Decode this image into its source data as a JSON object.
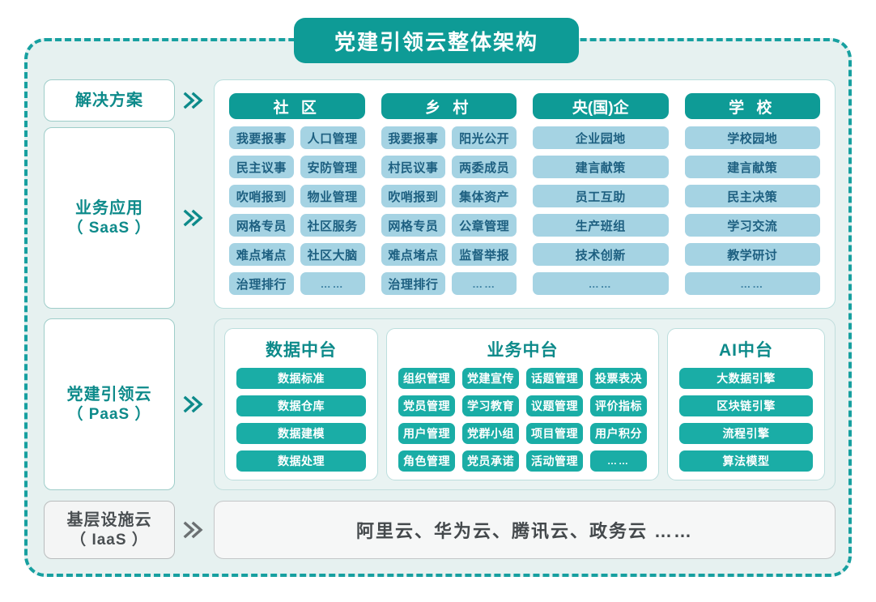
{
  "title": "党建引领云整体架构",
  "colors": {
    "teal_dark": "#0e9b96",
    "teal_text": "#0d8a8a",
    "teal_chip": "#1aada6",
    "blue_chip": "#a5d3e3",
    "blue_chip_text": "#1d5f80",
    "mint_bg": "#e6f1f0",
    "dashed_border": "#17a0a0",
    "gray_text": "#44494c",
    "gray_box": "#f4f5f5"
  },
  "rows": [
    {
      "key": "solution",
      "left_label_line1": "解决方案",
      "left_label_line2": "",
      "arrow": "double-chevron-right"
    },
    {
      "key": "saas",
      "left_label_line1": "业务应用",
      "left_label_line2": "（ SaaS ）",
      "arrow": "double-chevron-right"
    },
    {
      "key": "paas",
      "left_label_line1": "党建引领云",
      "left_label_line2": "（ PaaS ）",
      "arrow": "double-chevron-right"
    },
    {
      "key": "iaas",
      "left_label_line1": "基层设施云",
      "left_label_line2": "（ IaaS ）",
      "arrow": "double-chevron-right"
    }
  ],
  "saas": {
    "columns": [
      {
        "header": "社 区",
        "subcolumns": [
          [
            "我要报事",
            "民主议事",
            "吹哨报到",
            "网格专员",
            "难点堵点",
            "治理排行"
          ],
          [
            "人口管理",
            "安防管理",
            "物业管理",
            "社区服务",
            "社区大脑",
            "……"
          ]
        ]
      },
      {
        "header": "乡 村",
        "subcolumns": [
          [
            "我要报事",
            "村民议事",
            "吹哨报到",
            "网格专员",
            "难点堵点",
            "治理排行"
          ],
          [
            "阳光公开",
            "两委成员",
            "集体资产",
            "公章管理",
            "监督举报",
            "……"
          ]
        ]
      },
      {
        "header": "央(国)企",
        "subcolumns": [
          [
            "企业园地",
            "建言献策",
            "员工互助",
            "生产班组",
            "技术创新",
            "……"
          ]
        ]
      },
      {
        "header": "学 校",
        "subcolumns": [
          [
            "学校园地",
            "建言献策",
            "民主决策",
            "学习交流",
            "教学研讨",
            "……"
          ]
        ]
      }
    ]
  },
  "paas": {
    "cards": [
      {
        "title": "数据中台",
        "columns": [
          [
            "数据标准",
            "数据仓库",
            "数据建模",
            "数据处理"
          ]
        ]
      },
      {
        "title": "业务中台",
        "columns": [
          [
            "组织管理",
            "党员管理",
            "用户管理",
            "角色管理"
          ],
          [
            "党建宣传",
            "学习教育",
            "党群小组",
            "党员承诺"
          ],
          [
            "话题管理",
            "议题管理",
            "项目管理",
            "活动管理"
          ],
          [
            "投票表决",
            "评价指标",
            "用户积分",
            "……"
          ]
        ]
      },
      {
        "title": "AI中台",
        "columns": [
          [
            "大数据引擎",
            "区块链引擎",
            "流程引擎",
            "算法模型"
          ]
        ]
      }
    ]
  },
  "iaas": {
    "text": "阿里云、华为云、腾讯云、政务云 ……"
  }
}
